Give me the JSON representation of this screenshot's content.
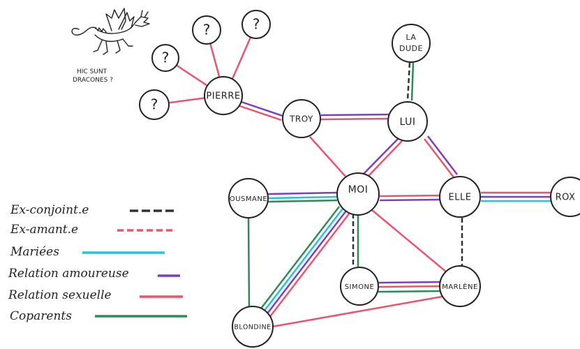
{
  "caption": {
    "line1": "HIC SUNT",
    "line2": "DRACONES ?"
  },
  "nodes": {
    "q1": "?",
    "q2": "?",
    "q3": "?",
    "q4": "?",
    "pierre": "PIERRE",
    "troy": "TROY",
    "la_dude_1": "LA",
    "la_dude_2": "DUDE",
    "lui": "LUI",
    "ousmane": "OUSMANE",
    "moi": "MOI",
    "elle": "ELLE",
    "rox": "ROX",
    "simone": "SIMONE",
    "marlene": "MARLÈNE",
    "blondine": "BLONDINE"
  },
  "legend": [
    {
      "label": "Ex-conjoint.e",
      "style": "dashed",
      "color": "#333333"
    },
    {
      "label": "Ex-amant.e",
      "style": "dashed",
      "color": "#e8556f"
    },
    {
      "label": "Mariées",
      "style": "solid",
      "color": "#27c3d8"
    },
    {
      "label": "Relation amoureuse",
      "style": "solid",
      "color": "#7b3fc4"
    },
    {
      "label": "Relation sexuelle",
      "style": "solid",
      "color": "#e8556f"
    },
    {
      "label": "Coparents",
      "style": "solid",
      "color": "#2e8b57"
    }
  ],
  "colors": {
    "romance": "#7b3fc4",
    "sexual": "#e8556f",
    "married": "#27c3d8",
    "coparents": "#2e8b57",
    "ex": "#333333"
  }
}
